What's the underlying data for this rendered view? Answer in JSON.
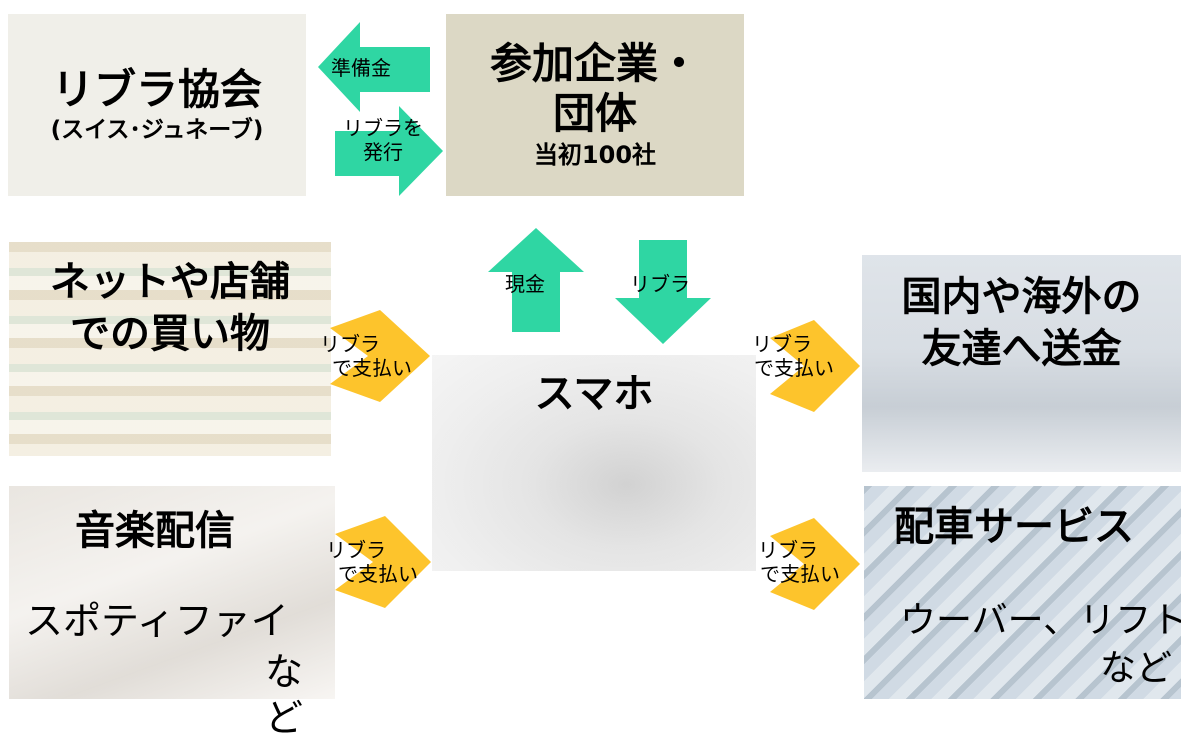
{
  "libra_assoc": {
    "title": "リブラ協会",
    "subtitle": "(スイス･ジュネーブ)"
  },
  "companies": {
    "line1": "参加企業・",
    "line2": "団体",
    "note": "当初100社"
  },
  "flows": {
    "reserve": "準備金",
    "issue_line1": "リブラを",
    "issue_line2": "発行",
    "cash": "現金",
    "libra": "リブラ",
    "pay_line1": "リブラ",
    "pay_line2": "で支払い"
  },
  "shopping": {
    "line1": "ネットや店舗",
    "line2": "での買い物"
  },
  "music": {
    "title": "音楽配信",
    "example": "スポティファイ",
    "etc": "など"
  },
  "smartphone": {
    "title": "スマホ"
  },
  "remit": {
    "line1": "国内や海外の",
    "line2": "友達へ送金"
  },
  "ride": {
    "title": "配車サービス",
    "example": "ウーバー、リフト",
    "etc": "など"
  },
  "colors": {
    "green": "#2fd6a3",
    "yellow": "#fdc42c",
    "assoc_bg": "#f0efe9",
    "company_bg": "#dcd8c5"
  }
}
